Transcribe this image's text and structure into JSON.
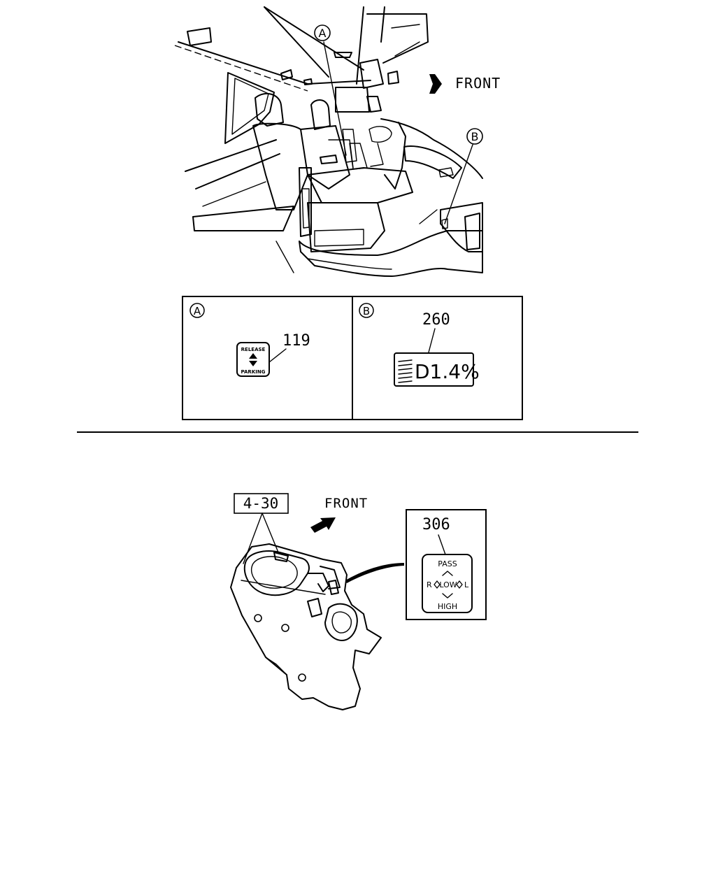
{
  "top_view": {
    "front_label": "FRONT",
    "callout_a": "A",
    "callout_b": "B"
  },
  "detail_a": {
    "callout": "A",
    "part_number": "119",
    "label_top": "RELEASE",
    "label_bottom": "PARKING"
  },
  "detail_b": {
    "callout": "B",
    "part_number": "260",
    "symbol_text": "D1.4%"
  },
  "bottom_view": {
    "ref": "4-30",
    "front_label": "FRONT",
    "part_number": "306",
    "labels": {
      "pass": "PASS",
      "left": "R",
      "center": "LOW",
      "right": "L",
      "high": "HIGH"
    }
  }
}
